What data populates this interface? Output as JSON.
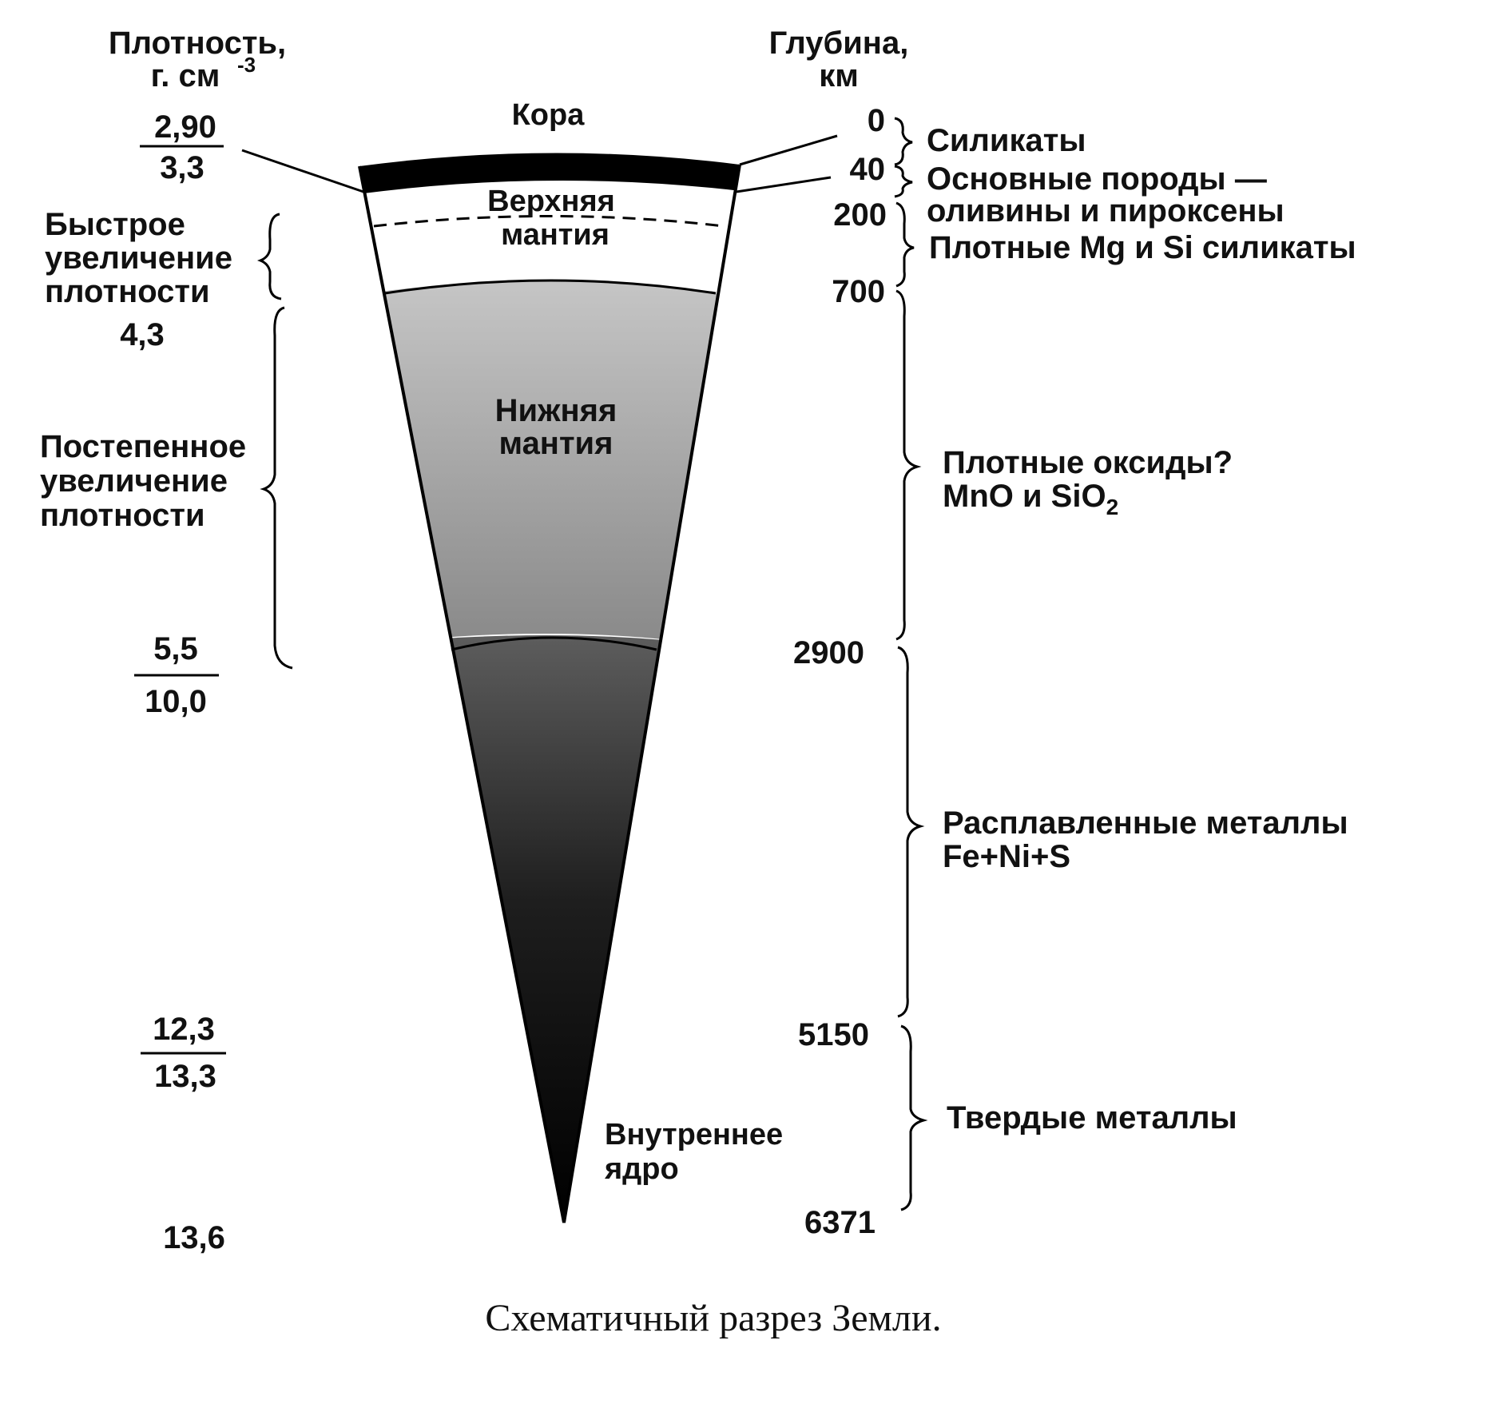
{
  "density_column": {
    "header_line1": "Плотность,",
    "header_line2": "г. см",
    "header_exp": "-3",
    "values": [
      {
        "top": "2,90",
        "bottom": "3,3"
      },
      {
        "single": "4,3"
      },
      {
        "top": "5,5",
        "bottom": "10,0"
      },
      {
        "top": "12,3",
        "bottom": "13,3"
      },
      {
        "single": "13,6"
      }
    ],
    "rapid_increase": [
      "Быстрое",
      "увеличение",
      "плотности"
    ],
    "gradual_increase": [
      "Постепенное",
      "увеличение",
      "плотности"
    ]
  },
  "depth_column": {
    "header_line1": "Глубина,",
    "header_line2": "км",
    "values": [
      "0",
      "40",
      "200",
      "700",
      "2900",
      "5150",
      "6371"
    ]
  },
  "layers": {
    "crust": "Кора",
    "upper_mantle": [
      "Верхняя",
      "мантия"
    ],
    "lower_mantle": [
      "Нижняя",
      "мантия"
    ],
    "inner_core": [
      "Внутреннее",
      "ядро"
    ]
  },
  "composition": {
    "silicates": "Силикаты",
    "basic_rocks": [
      "Основные породы —",
      "оливины и пироксены"
    ],
    "dense_silicates": "Плотные Mg и Si силикаты",
    "dense_oxides": [
      "Плотные оксиды?",
      "MnO и SiO",
      "2"
    ],
    "molten_metals": [
      "Расплавленные металлы",
      "Fe+Ni+S"
    ],
    "solid_metals": "Твердые металлы"
  },
  "caption": "Схематичный разрез Земли."
}
